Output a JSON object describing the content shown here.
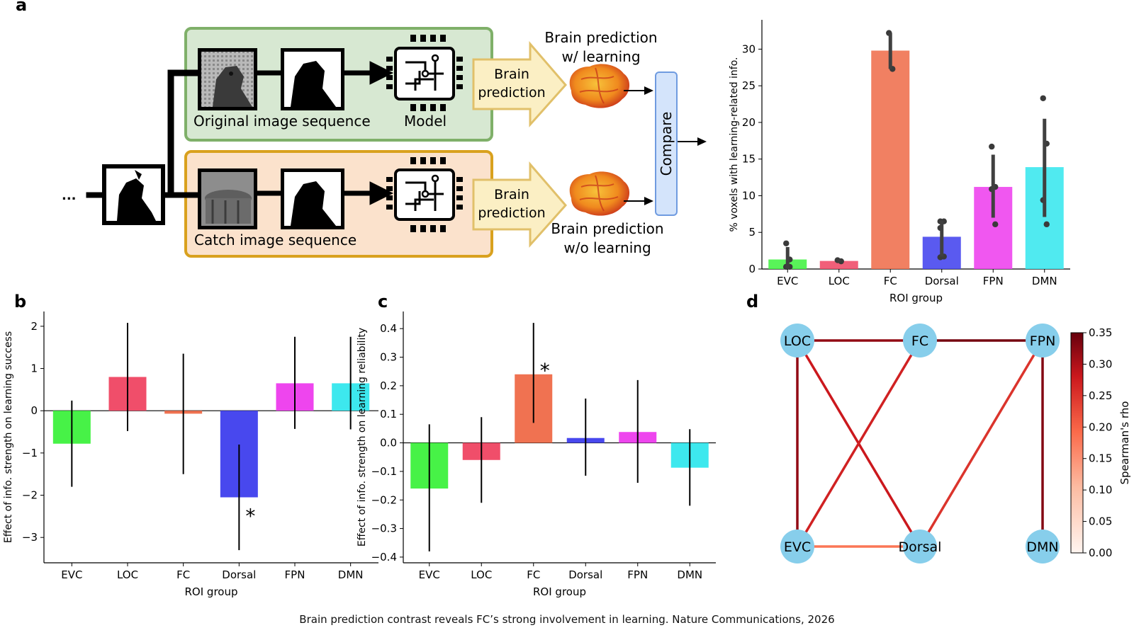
{
  "caption": "Brain prediction contrast reveals FC’s strong involvement in learning. Nature Communications, 2026",
  "panel_a": {
    "label": "a",
    "ellipsis": "...",
    "original_label": "Original image sequence",
    "catch_label": "Catch image sequence",
    "model_label": "Model",
    "brain_pred_1": "Brain",
    "brain_pred_2": "prediction",
    "with_learning_1": "Brain prediction",
    "with_learning_2": "w/ learning",
    "without_learning_1": "Brain prediction",
    "without_learning_2": "w/o learning",
    "compare": "Compare"
  },
  "panel_b_label": "b",
  "panel_c_label": "c",
  "panel_d_label": "d",
  "colors": {
    "EVC": "#47f247",
    "LOC": "#f04e6a",
    "FC": "#f07251",
    "Dorsal": "#4848ee",
    "FPN": "#ee45ee",
    "DMN": "#3de8ee"
  },
  "chart_data": [
    {
      "panel": "a",
      "type": "bar",
      "categories": [
        "EVC",
        "LOC",
        "FC",
        "Dorsal",
        "FPN",
        "DMN"
      ],
      "values": [
        1.3,
        1.1,
        29.8,
        4.4,
        11.2,
        13.9
      ],
      "err_low": [
        0.0,
        1.0,
        27.3,
        1.7,
        7.0,
        7.1
      ],
      "err_high": [
        3.0,
        1.3,
        32.2,
        6.6,
        15.6,
        20.5
      ],
      "points": [
        [
          3.5,
          1.3,
          0.3,
          0.3,
          0.3
        ],
        [
          1.2,
          1.05
        ],
        [
          32.2,
          27.3
        ],
        [
          6.5,
          6.5,
          5.6,
          1.7,
          1.6
        ],
        [
          16.7,
          11.2,
          10.9,
          6.1
        ],
        [
          23.3,
          17.1,
          9.4,
          6.1
        ]
      ],
      "xlabel": "ROI group",
      "ylabel": "% voxels with learning-related info.",
      "ylim": [
        0,
        34
      ],
      "yticks": [
        0,
        5,
        10,
        15,
        20,
        25,
        30
      ]
    },
    {
      "panel": "b",
      "type": "bar",
      "categories": [
        "EVC",
        "LOC",
        "FC",
        "Dorsal",
        "FPN",
        "DMN"
      ],
      "values": [
        -0.78,
        0.8,
        -0.07,
        -2.05,
        0.65,
        0.65
      ],
      "err_low": [
        -1.8,
        -0.48,
        -1.5,
        -3.3,
        -0.43,
        -0.44
      ],
      "err_high": [
        0.24,
        2.08,
        1.35,
        -0.8,
        1.75,
        1.75
      ],
      "significance": {
        "Dorsal": "*"
      },
      "xlabel": "ROI group",
      "ylabel": "Effect of info. strength on learning success",
      "ylim": [
        -3.6,
        2.35
      ],
      "yticks": [
        -3,
        -2,
        -1,
        0,
        1,
        2
      ],
      "yticklabels": [
        "−3",
        "−2",
        "−1",
        "0",
        "1",
        "2"
      ]
    },
    {
      "panel": "c",
      "type": "bar",
      "categories": [
        "EVC",
        "LOC",
        "FC",
        "Dorsal",
        "FPN",
        "DMN"
      ],
      "values": [
        -0.16,
        -0.06,
        0.24,
        0.017,
        0.038,
        -0.087
      ],
      "err_low": [
        -0.38,
        -0.21,
        0.07,
        -0.115,
        -0.14,
        -0.22
      ],
      "err_high": [
        0.065,
        0.09,
        0.42,
        0.155,
        0.22,
        0.048
      ],
      "significance": {
        "FC": "*"
      },
      "xlabel": "ROI group",
      "ylabel": "Effect of info. strength on learning reliability",
      "ylim": [
        -0.42,
        0.46
      ],
      "yticks": [
        -0.4,
        -0.3,
        -0.2,
        -0.1,
        0.0,
        0.1,
        0.2,
        0.3,
        0.4
      ],
      "yticklabels": [
        "−0.4",
        "−0.3",
        "−0.2",
        "−0.1",
        "0.0",
        "0.1",
        "0.2",
        "0.3",
        "0.4"
      ]
    },
    {
      "panel": "d",
      "type": "network",
      "nodes": [
        "LOC",
        "FC",
        "FPN",
        "EVC",
        "Dorsal",
        "DMN"
      ],
      "edges": [
        {
          "from": "LOC",
          "to": "FC",
          "rho": 0.32
        },
        {
          "from": "FC",
          "to": "FPN",
          "rho": 0.34
        },
        {
          "from": "LOC",
          "to": "EVC",
          "rho": 0.32
        },
        {
          "from": "LOC",
          "to": "Dorsal",
          "rho": 0.28
        },
        {
          "from": "FC",
          "to": "EVC",
          "rho": 0.27
        },
        {
          "from": "FPN",
          "to": "Dorsal",
          "rho": 0.25
        },
        {
          "from": "FPN",
          "to": "DMN",
          "rho": 0.33
        },
        {
          "from": "EVC",
          "to": "Dorsal",
          "rho": 0.18
        }
      ],
      "colorbar_label": "Spearman's rho",
      "colorbar_ticks": [
        "0.00",
        "0.05",
        "0.10",
        "0.15",
        "0.20",
        "0.25",
        "0.30",
        "0.35"
      ],
      "colorbar_range": [
        0,
        0.35
      ]
    }
  ]
}
